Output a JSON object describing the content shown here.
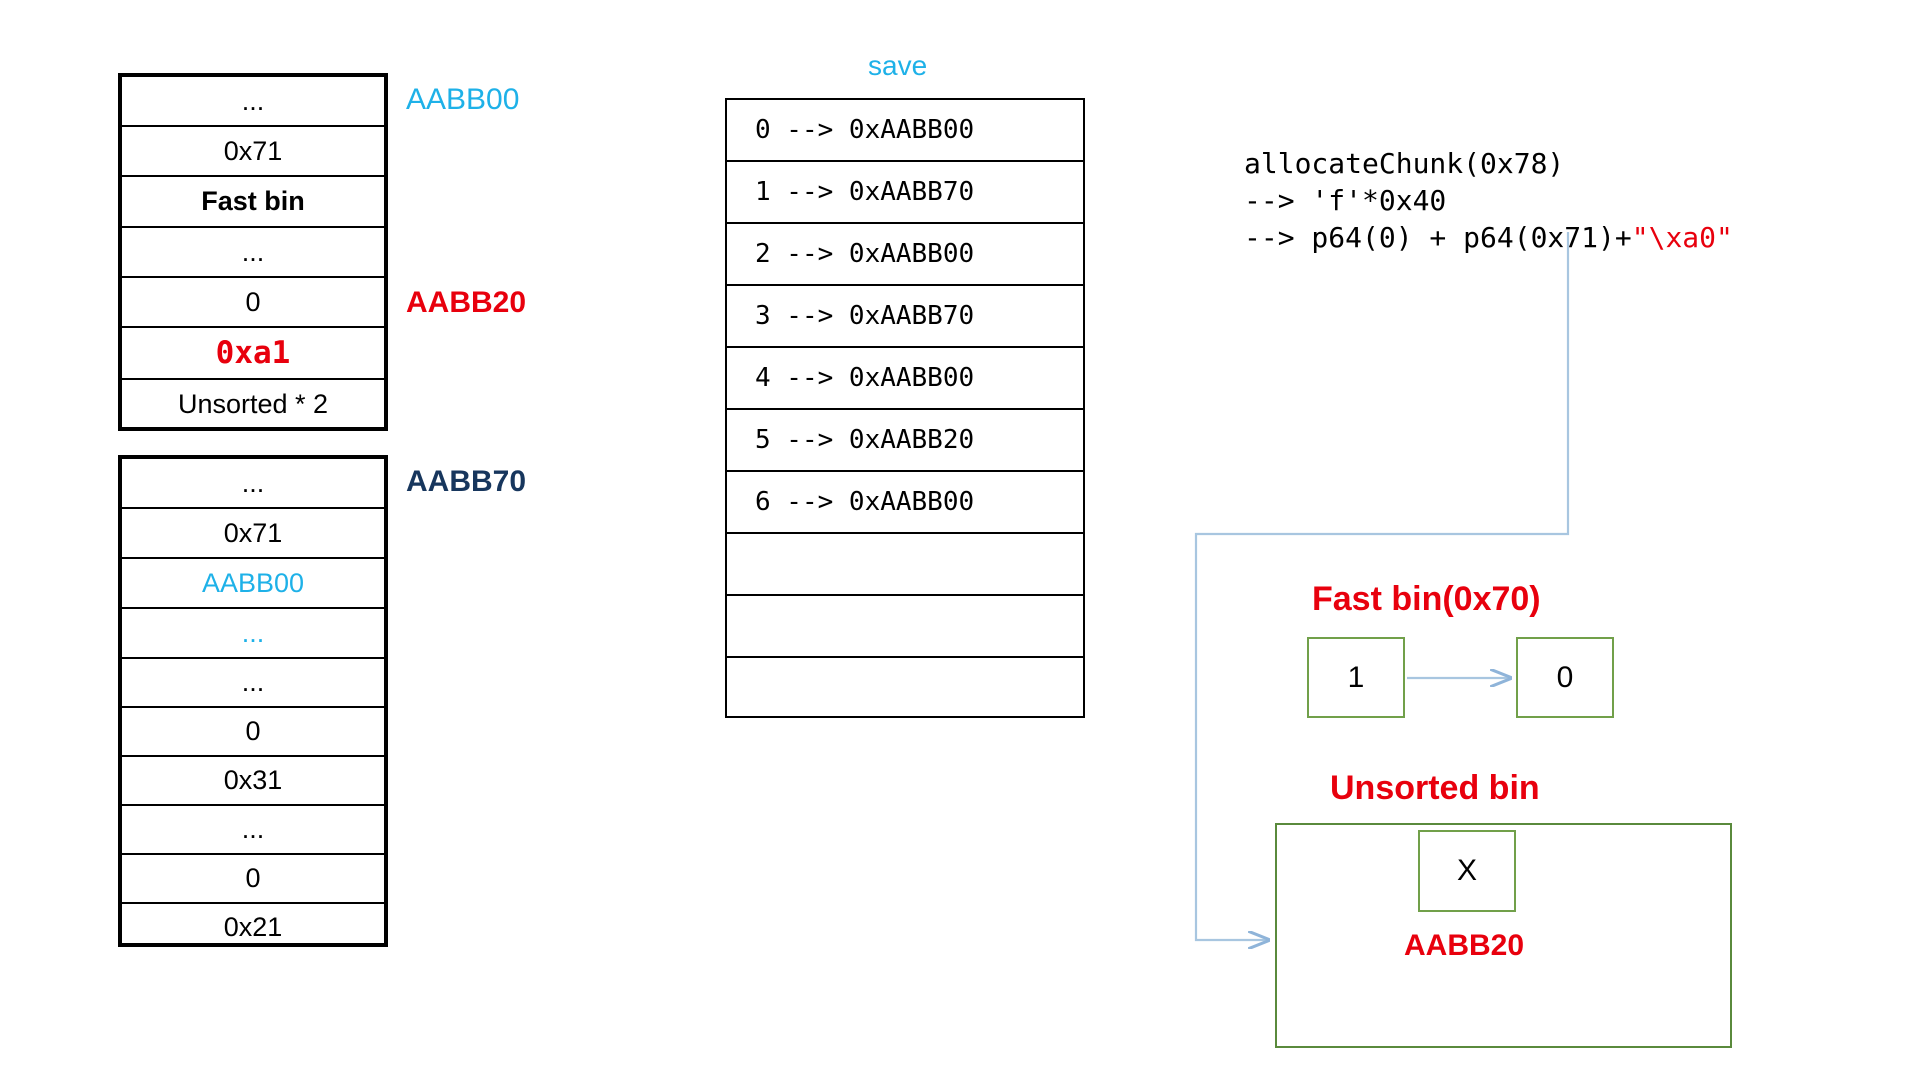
{
  "memory_tables": [
    {
      "name": "chunk-table-aabb00",
      "rows": [
        {
          "text": "...",
          "style": "plain"
        },
        {
          "text": "0x71",
          "style": "plain"
        },
        {
          "text": "Fast bin",
          "style": "bold"
        },
        {
          "text": "...",
          "style": "plain"
        },
        {
          "text": "0",
          "style": "plain"
        },
        {
          "text": "0xa1",
          "style": "mono-red"
        },
        {
          "text": "Unsorted * 2",
          "style": "plain"
        }
      ]
    },
    {
      "name": "chunk-table-aabb70",
      "rows": [
        {
          "text": "...",
          "style": "plain"
        },
        {
          "text": "0x71",
          "style": "plain"
        },
        {
          "text": "AABB00",
          "style": "cyan"
        },
        {
          "text": "...",
          "style": "ellipsis-cyan"
        },
        {
          "text": "...",
          "style": "plain"
        },
        {
          "text": "0",
          "style": "plain"
        },
        {
          "text": "0x31",
          "style": "plain"
        },
        {
          "text": "...",
          "style": "plain"
        },
        {
          "text": "0",
          "style": "plain"
        },
        {
          "text": "0x21",
          "style": "plain"
        }
      ]
    }
  ],
  "address_labels": [
    {
      "name": "addr-label-aabb00",
      "text": "AABB00",
      "color_class": "addr-cyan"
    },
    {
      "name": "addr-label-aabb20",
      "text": "AABB20",
      "color_class": "addr-red"
    },
    {
      "name": "addr-label-aabb70",
      "text": "AABB70",
      "color_class": "addr-navy"
    }
  ],
  "save": {
    "title": "save",
    "title_color": "#1eb1e8",
    "rows": [
      "0 --> 0xAABB00",
      "1 --> 0xAABB70",
      "2 --> 0xAABB00",
      "3 --> 0xAABB70",
      "4 --> 0xAABB00",
      "5 --> 0xAABB20",
      "6 --> 0xAABB00",
      "",
      "",
      ""
    ]
  },
  "code": {
    "line1": "allocateChunk(0x78)",
    "line2": "--> 'f'*0x40",
    "line3_black": "--> p64(0) + p64(0x71)+",
    "line3_red": "\"\\xa0\"",
    "red_color": "#e8000d"
  },
  "fast_bin": {
    "title": "Fast bin(0x70)",
    "title_color": "#e8000d",
    "nodes": [
      {
        "name": "fastbin-node-1",
        "text": "1"
      },
      {
        "name": "fastbin-node-0",
        "text": "0"
      }
    ]
  },
  "unsorted_bin": {
    "title": "Unsorted bin",
    "title_color": "#e8000d",
    "node": {
      "name": "unsorted-node-x",
      "text": "X"
    },
    "caption": "AABB20",
    "caption_color": "#e8000d",
    "border_color": "#5a8a3c"
  }
}
